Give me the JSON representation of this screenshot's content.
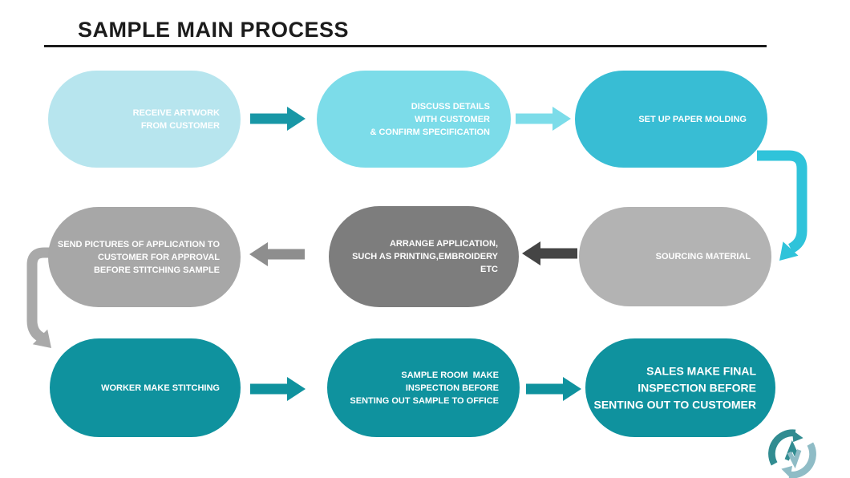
{
  "title": "SAMPLE MAIN PROCESS",
  "colors": {
    "title_text": "#1c1c1c",
    "title_rule": "#1c1c1c",
    "node_text": "#ffffff",
    "receive_artwork_fill": "#b7e5ee",
    "discuss_details_fill": "#7cdce9",
    "paper_molding_fill": "#38bdd4",
    "sourcing_material_fill": "#b3b3b3",
    "arrange_application_fill": "#7d7d7d",
    "send_pictures_fill": "#a7a7a7",
    "teal_row_fill": "#0f929e",
    "arrow_teal": "#1897a6",
    "arrow_light_cyan": "#7cdce9",
    "arrow_bright_cyan": "#2fc3da",
    "arrow_dark_gray": "#454545",
    "arrow_gray": "#8e8e8e",
    "arrow_elbow_gray": "#a9a9a9",
    "logo_dark": "#318c91",
    "logo_light": "#8fbcc6"
  },
  "nodes": {
    "receive": {
      "label": "RECEIVE ARTWORK\nFROM CUSTOMER"
    },
    "discuss": {
      "label": "DISCUSS DETAILS\nWITH CUSTOMER\n& CONFIRM SPECIFICATION"
    },
    "molding": {
      "label": "SET UP PAPER MOLDING"
    },
    "sourcing": {
      "label": "SOURCING MATERIAL"
    },
    "arrange": {
      "label": "ARRANGE APPLICATION,\nSUCH AS PRINTING,EMBROIDERY ETC"
    },
    "send_pictures": {
      "label": "SEND PICTURES OF APPLICATION TO\nCUSTOMER FOR APPROVAL\nBEFORE STITCHING SAMPLE"
    },
    "stitching": {
      "label": "WORKER MAKE STITCHING"
    },
    "sample_room": {
      "label": "SAMPLE ROOM  MAKE\nINSPECTION BEFORE\nSENTING OUT SAMPLE TO OFFICE"
    },
    "sales": {
      "label": "SALES MAKE FINAL\nINSPECTION BEFORE\nSENTING OUT TO CUSTOMER"
    }
  }
}
